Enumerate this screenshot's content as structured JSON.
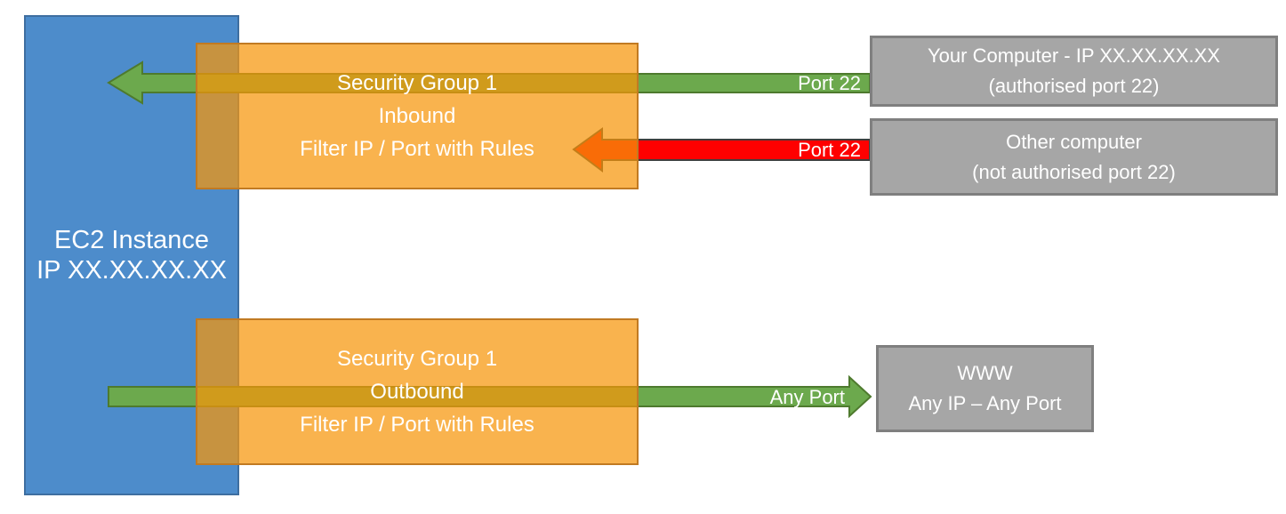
{
  "nodes": {
    "ec2_instance": {
      "lines": [
        "EC2 Instance",
        "IP XX.XX.XX.XX"
      ]
    },
    "security_group_inbound": {
      "lines": [
        "Security Group 1",
        "Inbound",
        "Filter IP / Port with Rules"
      ]
    },
    "security_group_outbound": {
      "lines": [
        "Security Group 1",
        "Outbound",
        "Filter IP / Port with Rules"
      ]
    },
    "your_computer": {
      "lines": [
        "Your Computer - IP XX.XX.XX.XX",
        "(authorised port 22)"
      ]
    },
    "other_computer": {
      "lines": [
        "Other computer",
        "(not authorised port 22)"
      ]
    },
    "www": {
      "lines": [
        "WWW",
        "Any IP – Any Port"
      ]
    }
  },
  "arrows": {
    "inbound_allowed": {
      "label": "Port 22",
      "status": "allowed",
      "direction": "right-to-left"
    },
    "inbound_blocked": {
      "label": "Port 22",
      "status": "blocked",
      "direction": "right-to-left"
    },
    "outbound_allowed": {
      "label": "Any Port",
      "status": "allowed",
      "direction": "left-to-right"
    }
  },
  "colors": {
    "instance_blue": "#4D8CCB",
    "instance_blue_border": "#3E6EA0",
    "sg_orange": "rgba(246,150,10,0.72)",
    "sg_orange_border": "#C17A22",
    "allowed_green": "#6CA94D",
    "allowed_green_border": "#4E7A2E",
    "blocked_red": "#FF0000",
    "blocked_red_border": "#3F3F3F",
    "external_gray": "#A6A6A6",
    "external_gray_border": "#7F7F7F",
    "text_white": "#FFFFFF"
  }
}
